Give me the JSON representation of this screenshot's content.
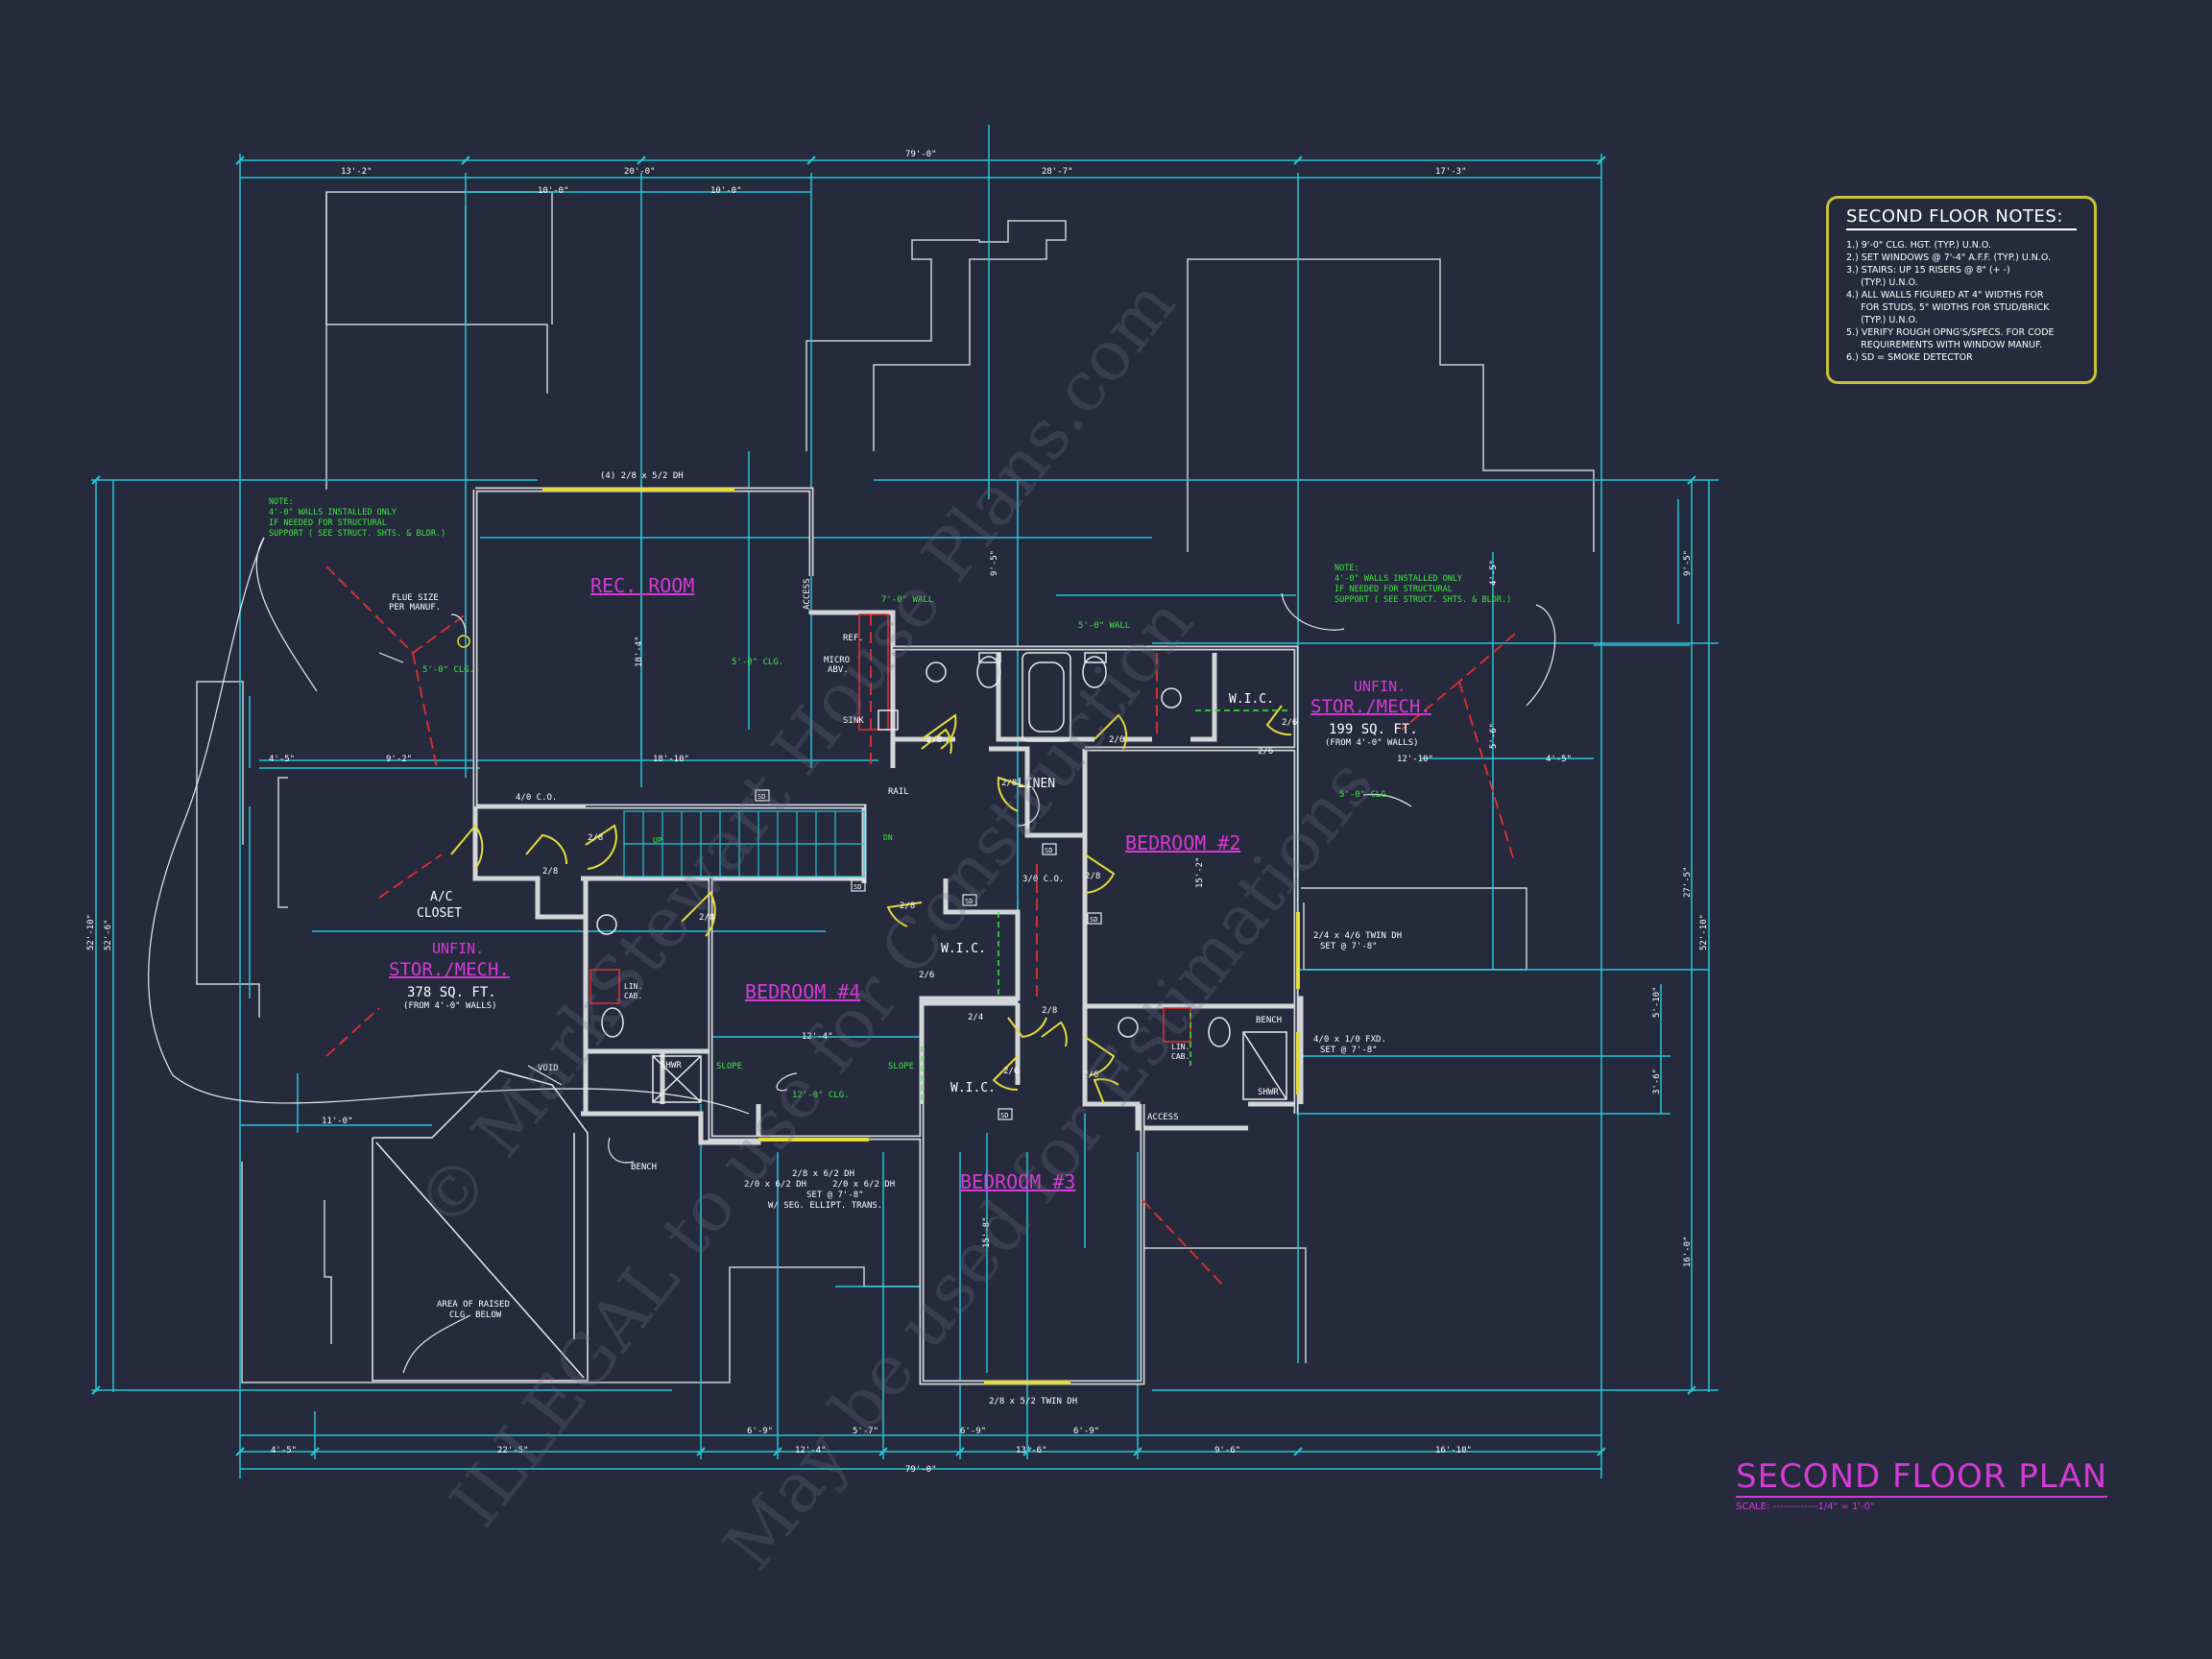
{
  "plan": {
    "title": "SECOND FLOOR PLAN",
    "scale": "SCALE: -------------1/4\" = 1'-0\""
  },
  "notes": {
    "title": "SECOND FLOOR NOTES:",
    "items": [
      "1.) 9'-0\" CLG. HGT. (TYP.) U.N.O.",
      "2.) SET WINDOWS @ 7'-4\" A.F.F. (TYP.) U.N.O.",
      "3.) STAIRS: UP 15 RISERS @ 8\" (+ -)",
      "     (TYP.) U.N.O.",
      "4.) ALL WALLS FIGURED AT 4\" WIDTHS FOR",
      "     FOR STUDS, 5\" WIDTHS FOR STUD/BRICK",
      "     (TYP.) U.N.O.",
      "5.) VERIFY ROUGH OPNG'S/SPECS. FOR CODE",
      "     REQUIREMENTS WITH WINDOW MANUF.",
      "6.) SD = SMOKE DETECTOR"
    ]
  },
  "rooms": {
    "rec_room": "REC. ROOM",
    "bedroom2": "BEDROOM #2",
    "bedroom3": "BEDROOM #3",
    "bedroom4": "BEDROOM #4",
    "unfin_right_1": "UNFIN.",
    "unfin_right_2": "STOR./MECH.",
    "unfin_right_sqft": "199 SQ. FT.",
    "unfin_right_note": "(FROM 4'-0\" WALLS)",
    "unfin_left_1": "UNFIN.",
    "unfin_left_2": "STOR./MECH.",
    "unfin_left_sqft": "378 SQ. FT.",
    "unfin_left_note": "(FROM 4'-0\" WALLS)",
    "ac_closet_1": "A/C",
    "ac_closet_2": "CLOSET",
    "linen": "LINEN",
    "wic_1": "W.I.C.",
    "wic_2": "W.I.C.",
    "wic_3": "W.I.C.",
    "wic_4": "W.I.C."
  },
  "dims": {
    "overall_top": "79'-0\"",
    "overall_bottom": "79'-0\"",
    "top_1": "13'-2\"",
    "top_2": "20'-0\"",
    "top_3": "28'-7\"",
    "top_4": "17'-3\"",
    "top_sub_1": "10'-0\"",
    "top_sub_2": "10'-0\"",
    "bot_1": "4'-5\"",
    "bot_2": "22'-5\"",
    "bot_3": "6'-9\"",
    "bot_4": "12'-4\"",
    "bot_5": "5'-7\"",
    "bot_6": "6'-9\"",
    "bot_7": "13'-6\"",
    "bot_8": "6'-9\"",
    "bot_9": "9'-6\"",
    "bot_10": "16'-10\"",
    "left_overall_1": "52'-10\"",
    "left_overall_2": "52'-6\"",
    "right_overall_1": "52'-10\"",
    "right_overall_2": "27'-5\"",
    "right_3": "9'-5\"",
    "right_4": "16'-0\"",
    "right_5": "5'-10\"",
    "right_6": "3'-6\"",
    "right_7": "9'-5\"",
    "right_8": "4'-5\"",
    "right_9": "5'-6\"",
    "rec_w": "18'-10\"",
    "rec_h": "18'-4\"",
    "left_4_5": "4'-5\"",
    "left_9_2": "9'-2\"",
    "left_11_0": "11'-0\"",
    "bed4_w": "12'-4\"",
    "bed2_h": "15'-2\"",
    "bed3_h": "15'-8\"",
    "unfin_r_w": "12'-10\"",
    "unfin_r_w2": "4'-5\""
  },
  "labels": {
    "window_top": "(4) 2/8 x 5/2 DH",
    "window_bed4_1": "2/8 x 6/2 DH",
    "window_bed4_2": "2/0 x 6/2 DH     2/0 x 6/2 DH",
    "window_bed4_3": "SET @ 7'-8\"",
    "window_bed4_4": "W/ SEG. ELLIPT. TRANS.",
    "window_bed3": "2/8 x 5/2 TWIN DH",
    "window_bed2_1": "2/4 x 4/6 TWIN DH",
    "window_bed2_2": "SET @ 7'-8\"",
    "window_bath_1": "4/0 x 1/0 FXD.",
    "window_bath_2": "SET @ 7'-8\"",
    "note_left_1": "NOTE:",
    "note_left_2": "4'-0\" WALLS INSTALLED ONLY",
    "note_left_3": "IF NEEDED FOR STRUCTURAL",
    "note_left_4": "SUPPORT ( SEE STRUCT. SHTS. & BLDR.)",
    "note_right_1": "NOTE:",
    "note_right_2": "4'-0\" WALLS INSTALLED ONLY",
    "note_right_3": "IF NEEDED FOR STRUCTURAL",
    "note_right_4": "SUPPORT ( SEE STRUCT. SHTS. & BLDR.)",
    "flue_1": "FLUE SIZE",
    "flue_2": "PER MANUF.",
    "clg_left": "5'-0\" CLG.",
    "clg_rec": "5'-0\" CLG.",
    "clg_right": "5'-0\" CLG.",
    "clg_bed4": "12'-0\" CLG.",
    "wall_7": "7'-0\" WALL",
    "wall_5": "5'-0\" WALL",
    "access_1": "ACCESS",
    "access_2": "ACCESS",
    "ref": "REF.",
    "micro_1": "MICRO",
    "micro_2": "ABV.",
    "sink": "SINK",
    "rail": "RAIL",
    "co_1": "4/0 C.O.",
    "co_2": "3/0 C.O.",
    "bench_1": "BENCH",
    "bench_2": "BENCH",
    "void": "VOID",
    "shwr_1": "SHWR",
    "shwr_2": "SHWR",
    "lin_cab_1": "LIN.",
    "lin_cab_2": "CAB.",
    "lin_cab_3": "LIN.",
    "lin_cab_4": "CAB.",
    "slope_1": "SLOPE",
    "slope_2": "SLOPE",
    "raised_1": "AREA OF RAISED",
    "raised_2": "CLG. BELOW",
    "up": "UP",
    "dn": "DN",
    "sd": "SD",
    "door_28": "2/8",
    "door_26": "2/6",
    "door_24": "2/4"
  },
  "watermark": {
    "line1": "© MarkStewart House Plans.com",
    "line2": "ILLEGAL to use for Construction",
    "line3": "May be used for Estimations"
  },
  "colors": {
    "background": "#252a3d",
    "dimension": "#27c4d6",
    "wall": "#cfd0d4",
    "room_label": "#d63ad6",
    "note_green": "#3ee83e",
    "window": "#e4dc3a",
    "text": "#ffffff",
    "hidden_red": "#e23030"
  }
}
